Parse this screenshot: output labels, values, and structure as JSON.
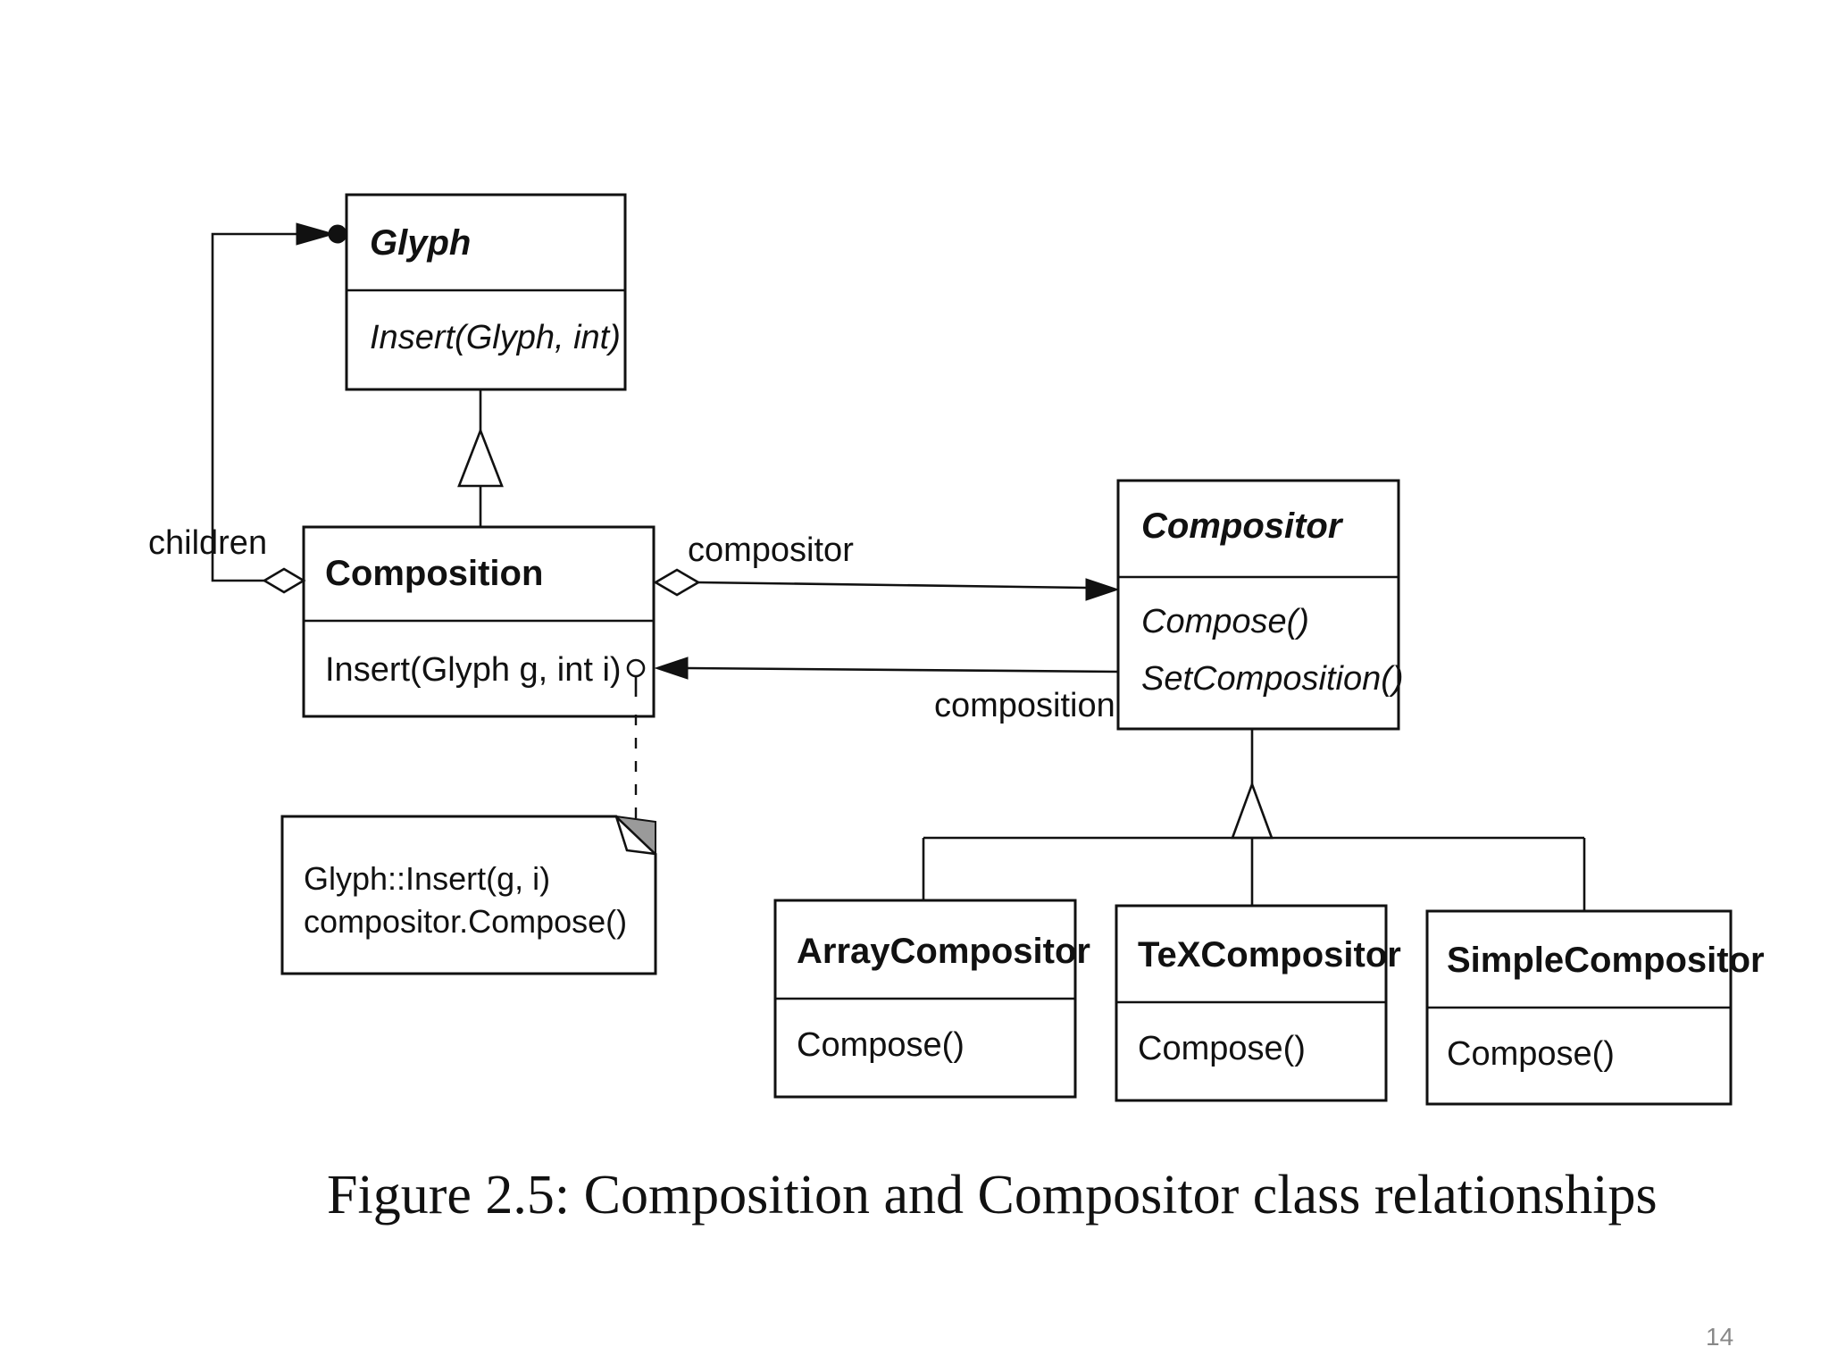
{
  "diagram": {
    "classes": {
      "glyph": {
        "name": "Glyph",
        "operations": [
          "Insert(Glyph, int)"
        ],
        "abstract": true
      },
      "composition": {
        "name": "Composition",
        "operations": [
          "Insert(Glyph g, int i)"
        ],
        "abstract": false
      },
      "compositor": {
        "name": "Compositor",
        "operations": [
          "Compose()",
          "SetComposition()"
        ],
        "abstract": true
      },
      "array_compositor": {
        "name": "ArrayCompositor",
        "operations": [
          "Compose()"
        ],
        "abstract": false
      },
      "tex_compositor": {
        "name": "TeXCompositor",
        "operations": [
          "Compose()"
        ],
        "abstract": false
      },
      "simple_compositor": {
        "name": "SimpleCompositor",
        "operations": [
          "Compose()"
        ],
        "abstract": false
      }
    },
    "roles": {
      "children": "children",
      "compositor": "compositor",
      "composition": "composition"
    },
    "note": {
      "lines": [
        "Glyph::Insert(g, i)",
        "compositor.Compose()"
      ]
    },
    "edges": [
      {
        "from": "composition",
        "to": "glyph",
        "type": "generalization"
      },
      {
        "from": "array_compositor",
        "to": "compositor",
        "type": "generalization"
      },
      {
        "from": "tex_compositor",
        "to": "compositor",
        "type": "generalization"
      },
      {
        "from": "simple_compositor",
        "to": "compositor",
        "type": "generalization"
      },
      {
        "from": "composition",
        "to": "glyph",
        "type": "aggregation",
        "role": "children",
        "multiplicity": "many"
      },
      {
        "from": "composition",
        "to": "compositor",
        "type": "aggregation",
        "role": "compositor"
      },
      {
        "from": "compositor",
        "to": "composition",
        "type": "association",
        "role": "composition"
      },
      {
        "from": "composition",
        "to": "note",
        "type": "note-link"
      }
    ]
  },
  "caption": "Figure 2.5: Composition and Compositor class relationships",
  "page_number": "14"
}
